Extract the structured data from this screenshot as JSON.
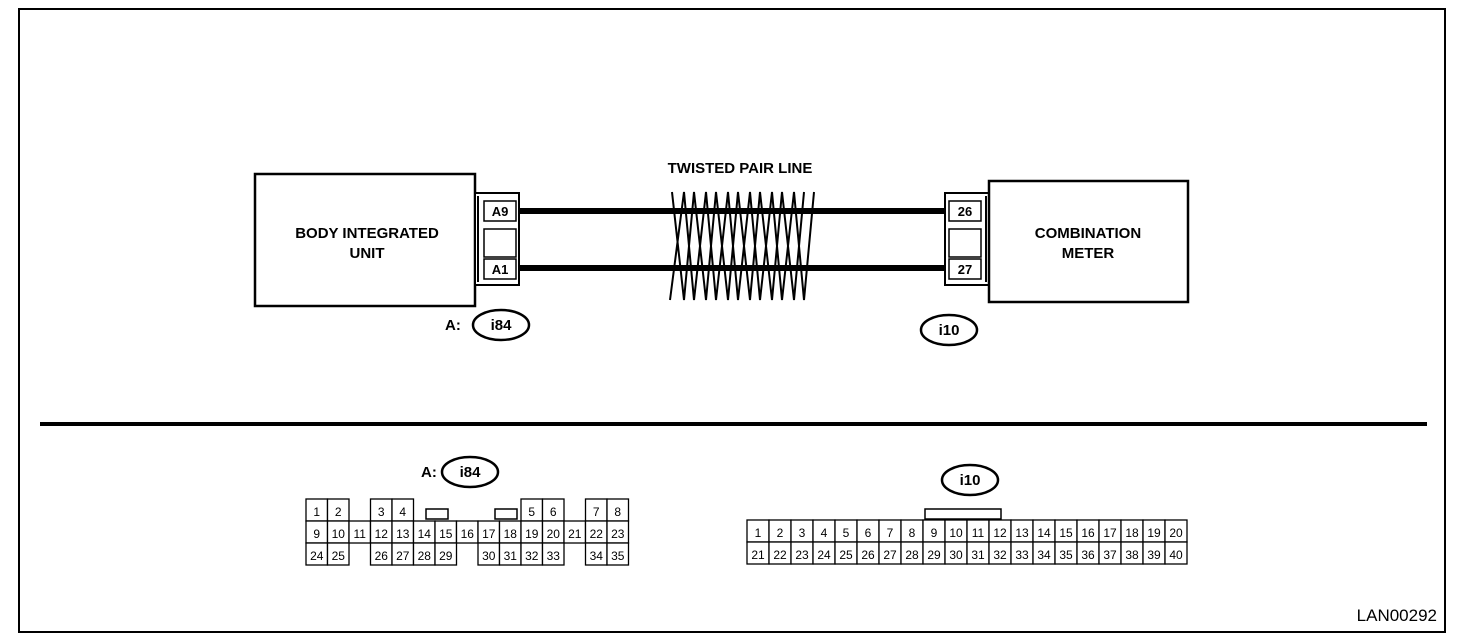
{
  "unit_left": {
    "line1": "BODY INTEGRATED",
    "line2": "UNIT"
  },
  "unit_right": {
    "line1": "COMBINATION",
    "line2": "METER"
  },
  "wire_label": "TWISTED PAIR LINE",
  "left_pins": [
    "A9",
    "A1"
  ],
  "right_pins": [
    "26",
    "27"
  ],
  "connector_left": {
    "prefix": "A:",
    "name": "i84"
  },
  "connector_right": {
    "name": "i10"
  },
  "i84_rows": [
    [
      "1",
      "2",
      null,
      "3",
      "4",
      null,
      null,
      null,
      null,
      null,
      "5",
      "6",
      null,
      "7",
      "8"
    ],
    [
      "9",
      "10",
      "11",
      "12",
      "13",
      "14",
      "15",
      "16",
      "17",
      "18",
      "19",
      "20",
      "21",
      "22",
      "23"
    ],
    [
      "24",
      "25",
      null,
      "26",
      "27",
      "28",
      "29",
      null,
      "30",
      "31",
      "32",
      "33",
      null,
      "34",
      "35"
    ]
  ],
  "i10_rows": [
    [
      "1",
      "2",
      "3",
      "4",
      "5",
      "6",
      "7",
      "8",
      "9",
      "10",
      "11",
      "12",
      "13",
      "14",
      "15",
      "16",
      "17",
      "18",
      "19",
      "20"
    ],
    [
      "21",
      "22",
      "23",
      "24",
      "25",
      "26",
      "27",
      "28",
      "29",
      "30",
      "31",
      "32",
      "33",
      "34",
      "35",
      "36",
      "37",
      "38",
      "39",
      "40"
    ]
  ],
  "figure_id": "LAN00292"
}
